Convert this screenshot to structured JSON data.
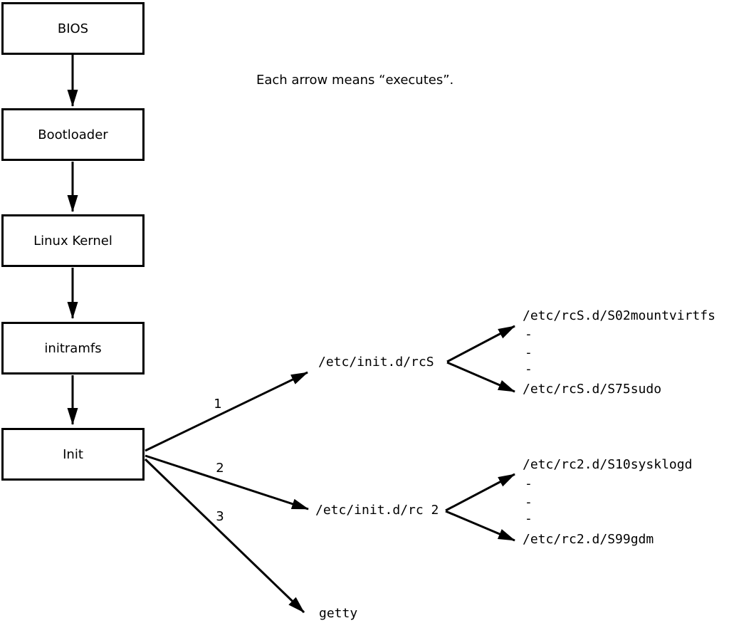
{
  "annotation": {
    "text": "Each arrow means “executes”."
  },
  "chain": [
    {
      "label": "BIOS"
    },
    {
      "label": "Bootloader"
    },
    {
      "label": "Linux Kernel"
    },
    {
      "label": "initramfs"
    },
    {
      "label": "Init"
    }
  ],
  "init_branches": [
    {
      "order": "1",
      "target": "/etc/init.d/rcS"
    },
    {
      "order": "2",
      "target": "/etc/init.d/rc 2"
    },
    {
      "order": "3",
      "target": "getty"
    }
  ],
  "rcS_children": {
    "first": "/etc/rcS.d/S02mountvirtfs",
    "ellipsis": [
      "-",
      "-",
      "-"
    ],
    "last": "/etc/rcS.d/S75sudo"
  },
  "rc2_children": {
    "first": "/etc/rc2.d/S10sysklogd",
    "ellipsis": [
      "-",
      "-",
      "-"
    ],
    "last": "/etc/rc2.d/S99gdm"
  },
  "colors": {
    "line": "#000000",
    "background": "#ffffff"
  }
}
